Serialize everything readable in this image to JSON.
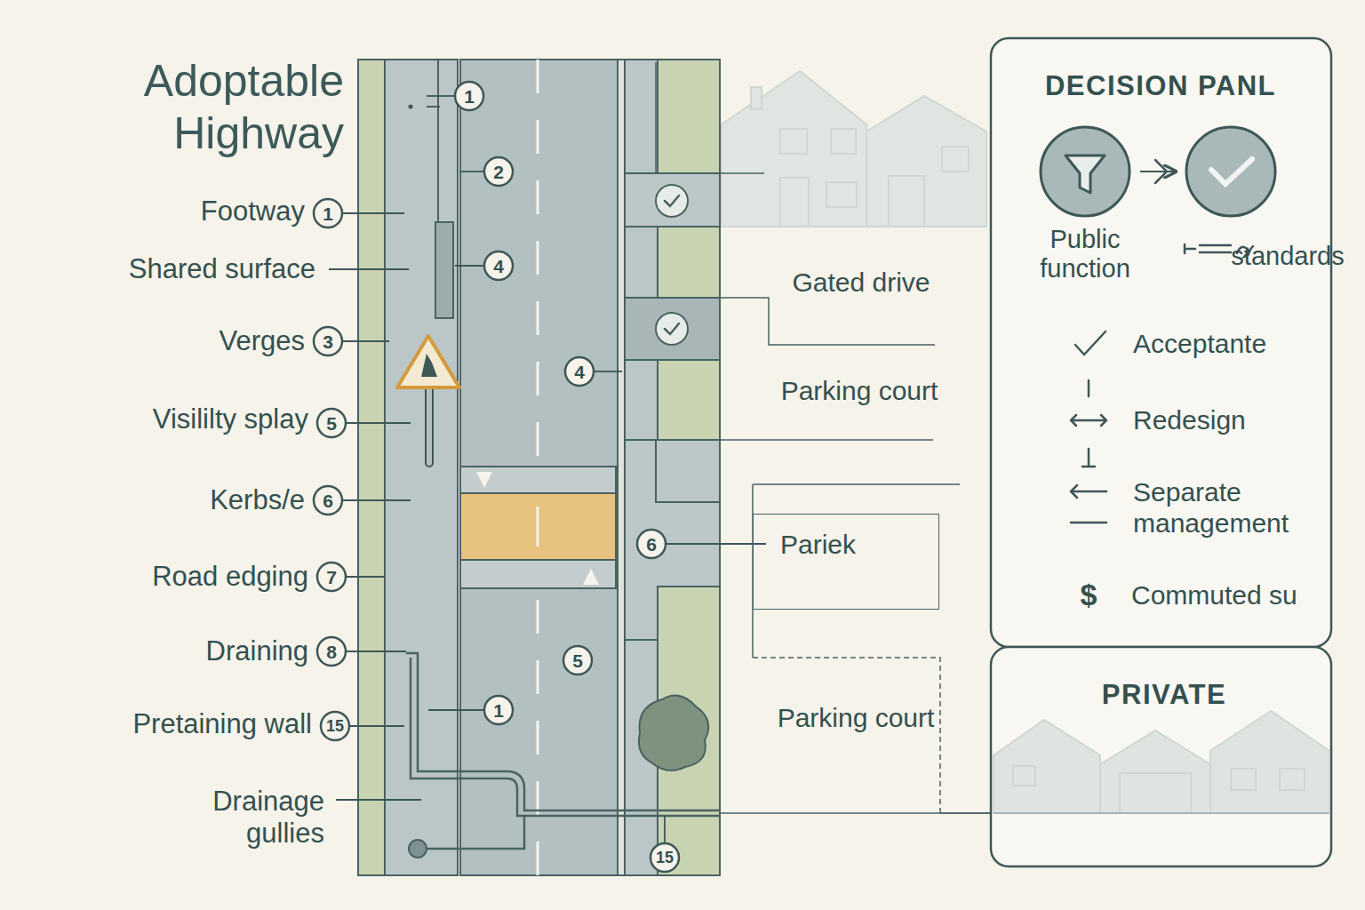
{
  "diagram": {
    "title": "Adoptable Highway",
    "nodes": [
      {
        "text": [
          "DECISION PANL",
          "Acceptante",
          "Redesign",
          "Separate management",
          "Commuted su"
        ]
      },
      {
        "text": [
          "Public function"
        ],
        "in": 0
      },
      {
        "text": [
          "standards"
        ],
        "in": 0
      },
      {
        "text": [
          "PRIVATE"
        ]
      },
      {
        "text": [
          "Pariek"
        ]
      }
    ],
    "edges": [
      {
        "from": 1,
        "to": 2,
        "arrow": "to"
      }
    ],
    "labels": [
      "Footway",
      "1",
      "Shared surface",
      "Verges",
      "3",
      "Visililty splay",
      "5",
      "Kerbs/e",
      "6",
      "Road edging",
      "7",
      "Draining",
      "8",
      "Pretaining wall",
      "15",
      "Drainage gullies",
      "1",
      "2",
      "4",
      "4",
      "6",
      "5",
      "1",
      "15",
      "Gated drive",
      "Parking court",
      "Parking court",
      "$"
    ]
  }
}
